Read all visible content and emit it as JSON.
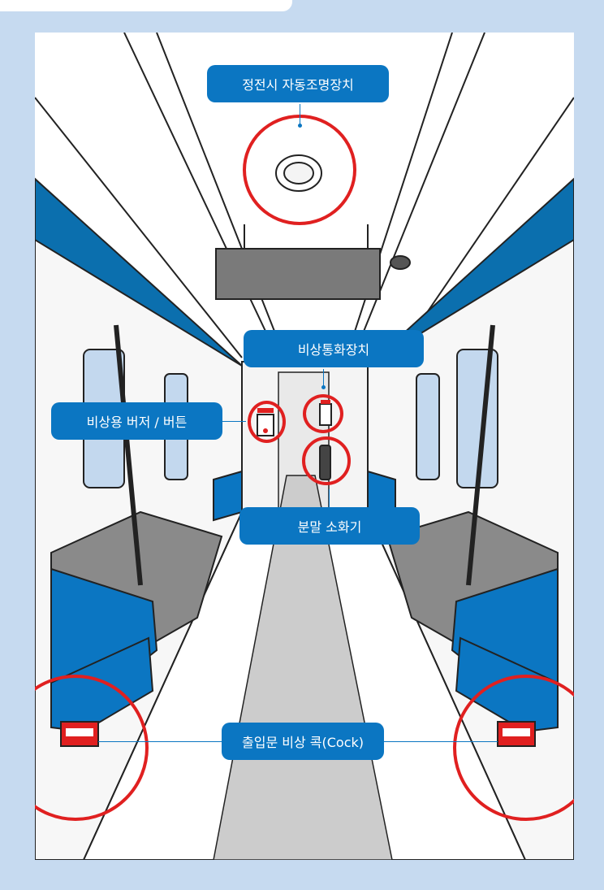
{
  "callouts": {
    "auto_lighting": "정전시 자동조명장치",
    "emergency_intercom": "비상통화장치",
    "emergency_buzzer": "비상용 버저 / 버튼",
    "fire_extinguisher": "분말 소화기",
    "door_cock": "출입문 비상 콕(Cock)"
  },
  "colors": {
    "callout": "#0b76c2",
    "highlight_ring": "#e02020",
    "seat": "#0b76c2",
    "background": "#c6daf0"
  },
  "icons": [
    "ceiling-light-icon",
    "intercom-icon",
    "buzzer-icon",
    "extinguisher-icon",
    "door-cock-box-icon"
  ]
}
